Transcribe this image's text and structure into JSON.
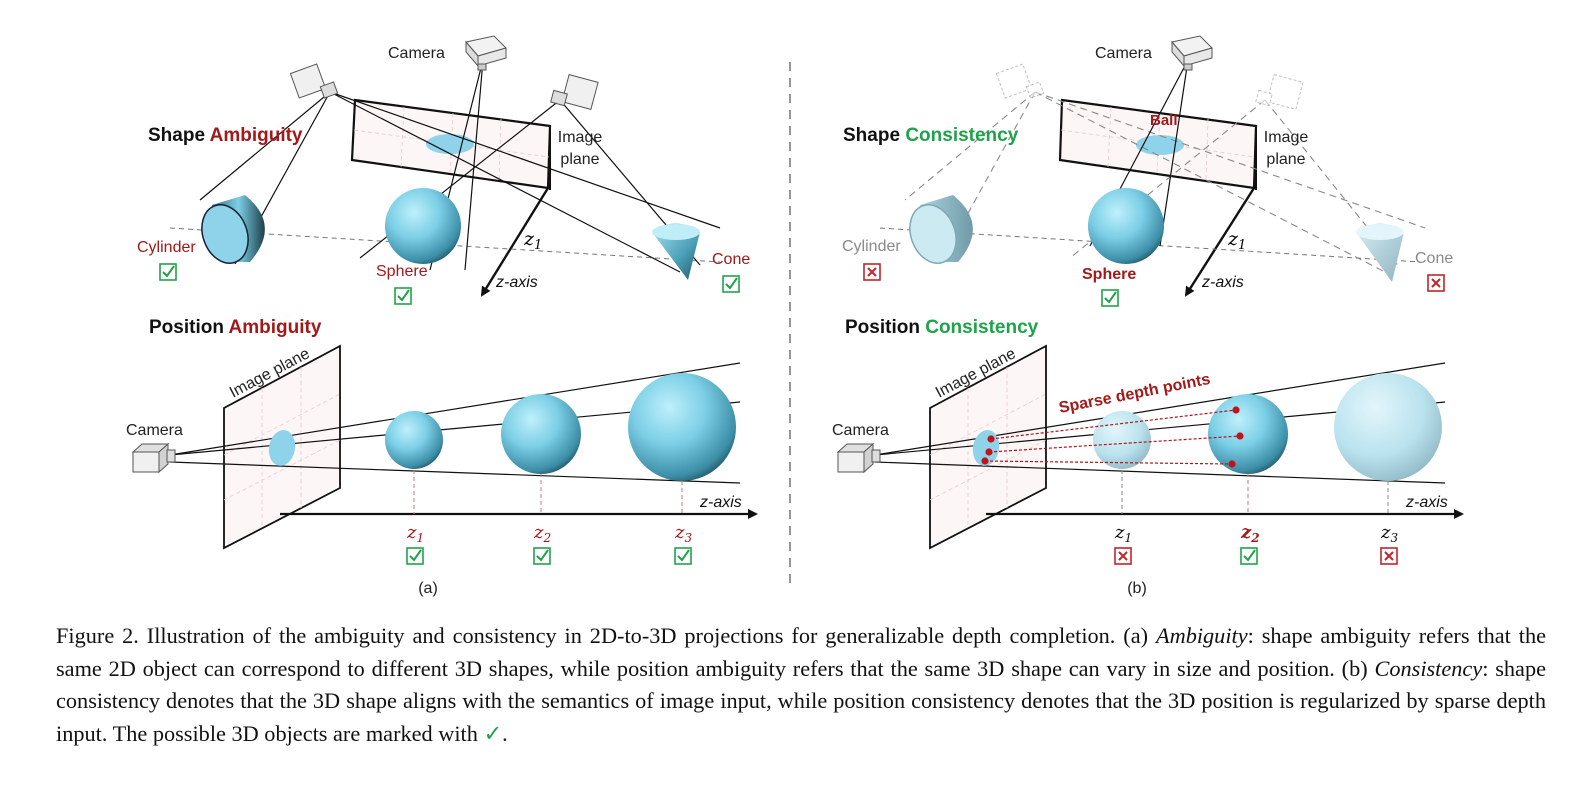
{
  "panel_a": {
    "shape_title_1": "Shape",
    "shape_title_2": "Ambiguity",
    "camera": "Camera",
    "image_plane_1": "Image",
    "image_plane_2": "plane",
    "cylinder": "Cylinder",
    "sphere": "Sphere",
    "cone": "Cone",
    "z1_top": "z",
    "z1_top_sub": "1",
    "z_axis_top": "z-axis",
    "position_title_1": "Position",
    "position_title_2": "Ambiguity",
    "image_plane_bottom": "Image plane",
    "camera_bottom": "Camera",
    "z_axis_bottom": "z-axis",
    "z_labels": [
      "z",
      "z",
      "z"
    ],
    "z_subs": [
      "1",
      "2",
      "3"
    ],
    "label": "(a)"
  },
  "panel_b": {
    "shape_title_1": "Shape",
    "shape_title_2": "Consistency",
    "camera": "Camera",
    "ball": "Ball",
    "image_plane_1": "Image",
    "image_plane_2": "plane",
    "cylinder": "Cylinder",
    "sphere": "Sphere",
    "cone": "Cone",
    "z1_top": "z",
    "z1_top_sub": "1",
    "z_axis_top": "z-axis",
    "position_title_1": "Position",
    "position_title_2": "Consistency",
    "image_plane_bottom": "Image plane",
    "sparse_depth": "Sparse depth points",
    "camera_bottom": "Camera",
    "z_axis_bottom": "z-axis",
    "z_labels": [
      "z",
      "z",
      "z"
    ],
    "z_subs": [
      "1",
      "2",
      "3"
    ],
    "label": "(b)"
  },
  "caption": {
    "part1": "Figure 2. Illustration of the ambiguity and consistency in 2D-to-3D projections for generalizable depth completion. (a) ",
    "ambiguity": "Ambiguity",
    "part2": ": shape ambiguity refers that the same 2D object can correspond to different 3D shapes, while position ambiguity refers that the same 3D shape can vary in size and position. (b) ",
    "consistency": "Consistency",
    "part3": ": shape consistency denotes that the 3D shape aligns with the semantics of image input, while position consistency denotes that the 3D position is regularized by sparse depth input. The possible 3D objects are marked with ",
    "check": "✓",
    "part4": "."
  },
  "colors": {
    "ambiguity_red": "#a31919",
    "consistency_green": "#1fa34a",
    "object_blue": "#8fd3ea"
  }
}
